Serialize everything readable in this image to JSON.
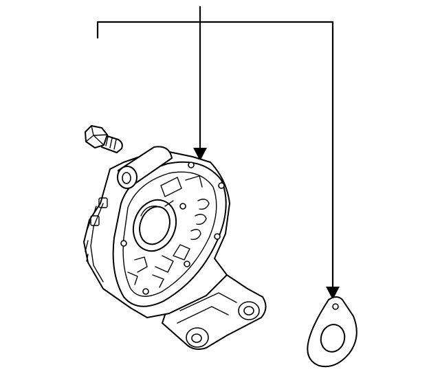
{
  "diagram": {
    "kind": "exploded parts diagram",
    "callout_numbers": [],
    "parts": [
      {
        "id": "bolt",
        "icon": "hex-bolt-icon"
      },
      {
        "id": "oil-pump-housing",
        "icon": "pump-housing-icon"
      },
      {
        "id": "gasket",
        "icon": "gasket-icon"
      }
    ],
    "leader_lines": [
      {
        "id": "leader-to-housing",
        "target": "oil-pump-housing"
      },
      {
        "id": "leader-to-gasket",
        "target": "gasket"
      },
      {
        "id": "leader-bracket-left",
        "target": "bolt"
      }
    ],
    "colors": {
      "line": "#000000",
      "background": "#ffffff"
    }
  }
}
